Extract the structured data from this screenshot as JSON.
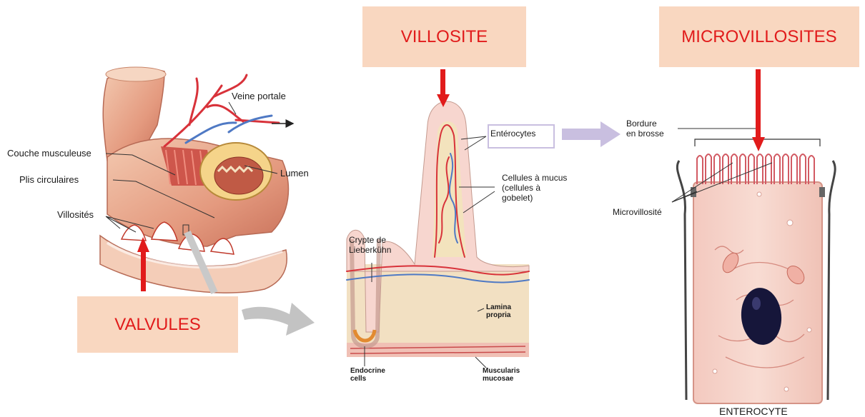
{
  "colors": {
    "callout_bg": "#f9d7c0",
    "callout_text": "#e11b1b",
    "arrow_red": "#e11b1b",
    "arrow_grey": "#c3c3c3",
    "arrow_lavender": "#c9bfe0",
    "tissue_pink": "#f7d6cf",
    "tissue_tan": "#f2e0c2",
    "artery": "#d8323a",
    "vein": "#4f79c4"
  },
  "panels": {
    "intestine": {
      "callout": "VALVULES",
      "labels": {
        "veine_portale": "Veine portale",
        "couche_musculeuse": "Couche musculeuse",
        "plis_circulaires": "Plis circulaires",
        "lumen": "Lumen",
        "villosites": "Villosités"
      }
    },
    "villus": {
      "callout": "VILLOSITE",
      "labels": {
        "enterocytes": "Entérocytes",
        "cellules_mucus": "Cellules à mucus\n(cellules à\ngobelet)",
        "crypte": "Crypte de\nLieberkühn",
        "lamina": "Lamina\npropria",
        "endocrine": "Endocrine\ncells",
        "muscularis": "Muscularis\nmucosae"
      }
    },
    "enterocyte": {
      "callout": "MICROVILLOSITES",
      "caption": "ENTEROCYTE",
      "labels": {
        "bordure": "Bordure\nen brosse",
        "microvillosite": "Microvillosité"
      }
    }
  },
  "icons": [
    "red-arrow-icon",
    "grey-curved-arrow-icon",
    "lavender-arrow-icon"
  ]
}
